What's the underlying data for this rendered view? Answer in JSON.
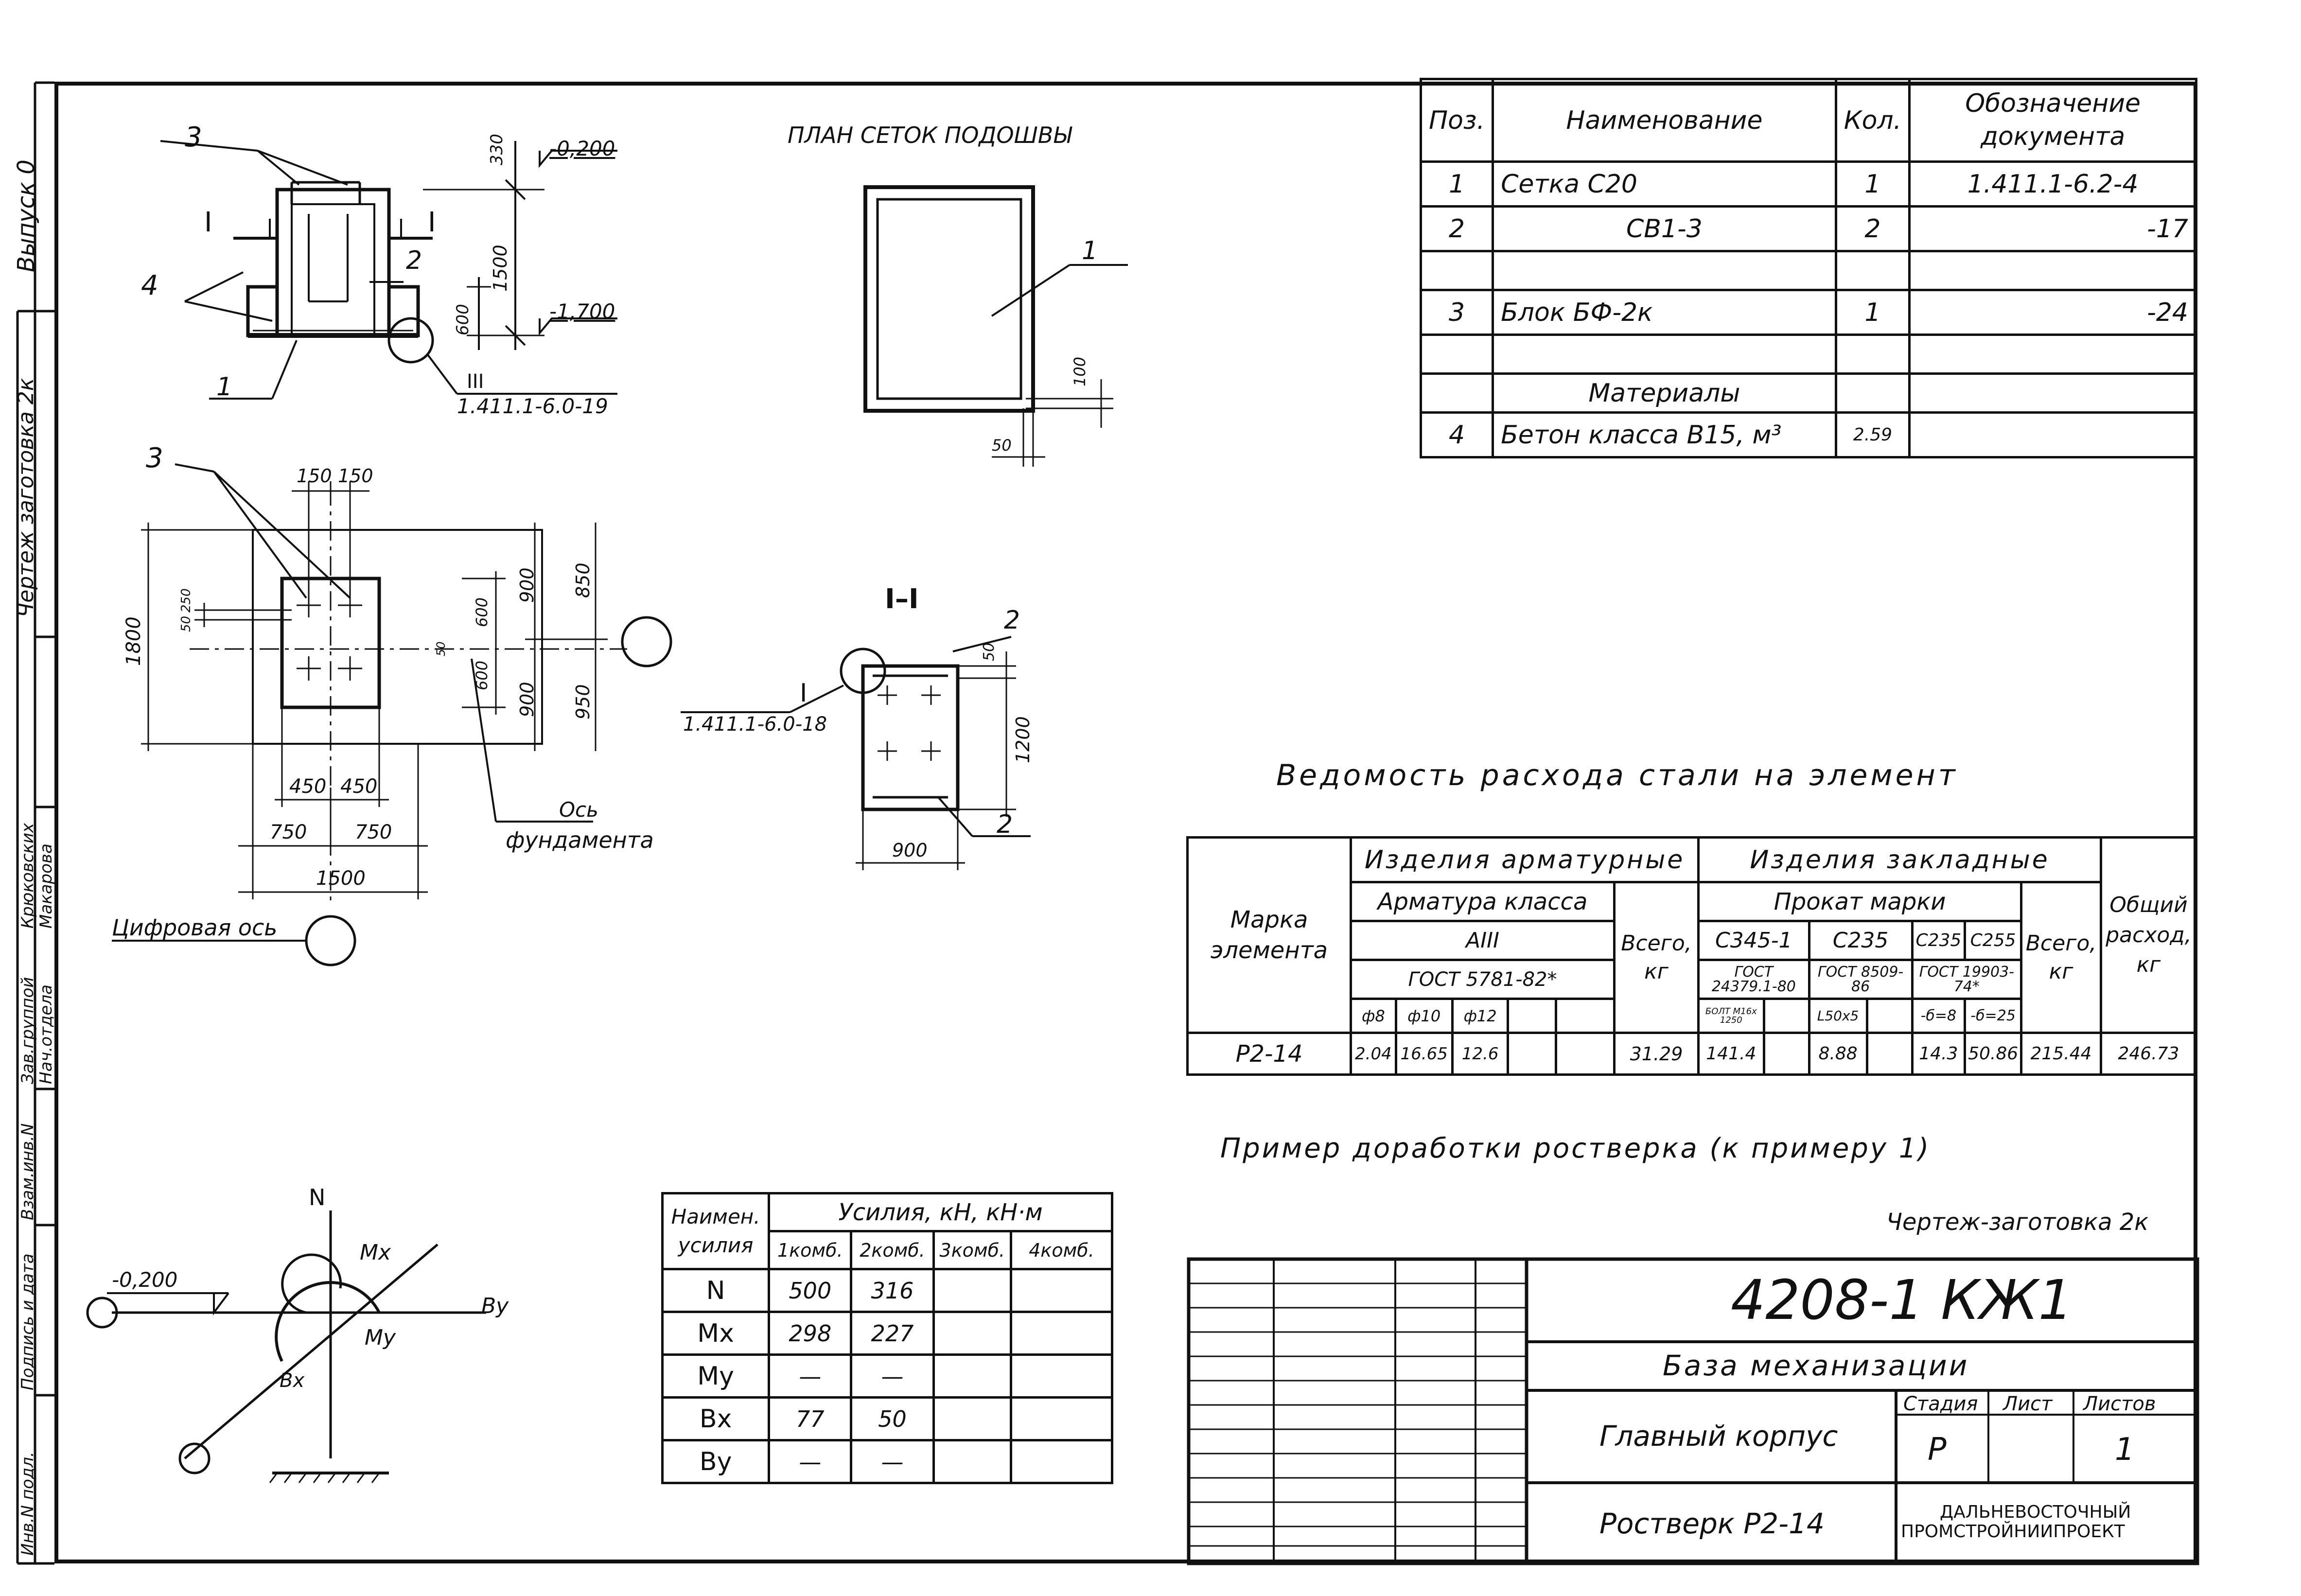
{
  "side_stamp": {
    "issue": "Выпуск 0",
    "drawing": "Чертеж заготовка 2к",
    "signers": [
      "Крюковских",
      "Макарова"
    ],
    "roles": [
      "Зав.группой",
      "Нач.отдела"
    ],
    "cols": [
      "Инв.N подл.",
      "Подпись и дата",
      "Взам.инв.N"
    ]
  },
  "section": {
    "callout_3": "3",
    "callout_4": "4",
    "callout_2": "2",
    "callout_1": "1",
    "cut": "I",
    "level_top": "-0,200",
    "level_bottom": "-1,700",
    "dim_330": "330",
    "dim_1500": "1500",
    "dim_600": "600",
    "node": "III",
    "ref": "1.411.1-6.0-19"
  },
  "plan": {
    "callout_3": "3",
    "dims_top": [
      "150",
      "150"
    ],
    "dim_1800": "1800",
    "dims_left": [
      "50",
      "250"
    ],
    "dims_right": [
      "900",
      "850",
      "600",
      "600",
      "900",
      "950",
      "50"
    ],
    "dims_bottom": [
      "450",
      "450",
      "750",
      "750",
      "1500"
    ],
    "axis_label": "Цифровая ось",
    "fund_axis_1": "Ось",
    "fund_axis_2": "фундамента"
  },
  "mesh_plan": {
    "title": "ПЛАН СЕТОК ПОДОШВЫ",
    "callout": "1",
    "dim_100": "100",
    "dim_50": "50"
  },
  "section_11": {
    "title": "I–I",
    "callout_2a": "2",
    "callout_2b": "2",
    "cut": "I",
    "dim_50": "50",
    "dim_1200": "1200",
    "dim_900": "900",
    "ref": "1.411.1-6.0-18"
  },
  "loads_diagram": {
    "N": "N",
    "Mx": "Mx",
    "My": "My",
    "Bx": "Bx",
    "By": "By",
    "level": "-0,200"
  },
  "spec": {
    "headers": [
      "Поз.",
      "Наименование",
      "Кол.",
      "Обозначение документа"
    ],
    "rows": [
      [
        "1",
        "Сетка С20",
        "1",
        "1.411.1-6.2-4"
      ],
      [
        "2",
        "СВ1-3",
        "2",
        "-17"
      ],
      [
        "",
        "",
        "",
        ""
      ],
      [
        "3",
        "Блок БФ-2к",
        "1",
        "-24"
      ],
      [
        "",
        "",
        "",
        ""
      ],
      [
        "",
        "Материалы",
        "",
        ""
      ],
      [
        "4",
        "Бетон класса В15, м³",
        "2.59",
        ""
      ]
    ]
  },
  "steel_title": "Ведомость расхода стали на элемент",
  "steel": {
    "h_mark": "Марка элемента",
    "h_arm": "Изделия арматурные",
    "h_arm_class": "Арматура класса",
    "h_arm_grade": "АIII",
    "h_arm_gost": "ГОСТ 5781-82*",
    "h_d": [
      "ф8",
      "ф10",
      "ф12",
      "",
      ""
    ],
    "h_total1": "Всего, кг",
    "h_emb": "Изделия закладные",
    "h_roll": "Прокат марки",
    "h_c345": "С345-1",
    "h_c235": "С235",
    "h_c235b": "С235",
    "h_c255": "С255",
    "h_gost1": "ГОСТ 24379.1-80",
    "h_gost2": "ГОСТ 8509-86",
    "h_gost3": "ГОСТ 19903-74*",
    "h_bolt": "БОЛТ М16х 1250",
    "h_l50": "L50х5",
    "h_s8": "-б=8",
    "h_s25": "-б=25",
    "h_total2": "Всего, кг",
    "h_total": "Общий расход, кг",
    "row": [
      "Р2-14",
      "2.04",
      "16.65",
      "12.6",
      "",
      "",
      "31.29",
      "141.4",
      "",
      "8.88",
      "",
      "14.3",
      "50.86",
      "215.44",
      "246.73"
    ]
  },
  "example_note": "Пример доработки ростверка (к примеру 1)",
  "drawing_tag": "Чертеж-заготовка 2к",
  "loads": {
    "h_name": "Наимен. усилия",
    "h_forces": "Усилия, кН, кН·м",
    "h_combos": [
      "1комб.",
      "2комб.",
      "3комб.",
      "4комб."
    ],
    "rows": [
      [
        "N",
        "500",
        "316",
        "",
        ""
      ],
      [
        "Mx",
        "298",
        "227",
        "",
        ""
      ],
      [
        "My",
        "—",
        "—",
        "",
        ""
      ],
      [
        "Bx",
        "77",
        "50",
        "",
        ""
      ],
      [
        "By",
        "—",
        "—",
        "",
        ""
      ]
    ]
  },
  "title_block": {
    "code": "4208-1 КЖ1",
    "project": "База механизации",
    "building": "Главный корпус",
    "element": "Ростверк Р2-14",
    "h_stage": "Стадия",
    "h_sheet": "Лист",
    "h_sheets": "Листов",
    "stage": "Р",
    "sheet": "",
    "sheets": "1",
    "org1": "ДАЛЬНЕВОСТОЧНЫЙ",
    "org2": "ПРОМСТРОЙНИИПРОЕКТ"
  }
}
